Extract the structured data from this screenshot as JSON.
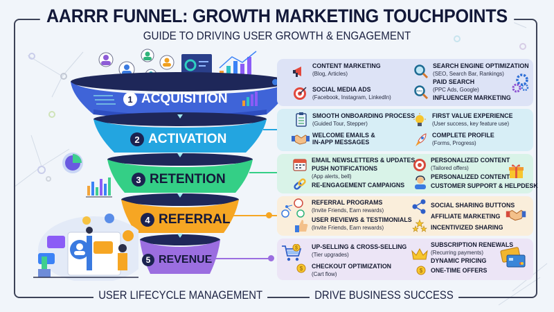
{
  "header": {
    "title": "AARRR FUNNEL: GROWTH MARKETING TOUCHPOINTS",
    "subtitle": "GUIDE TO DRIVING USER GROWTH & ENGAGEMENT"
  },
  "footer": {
    "left": "USER LIFECYCLE MANAGEMENT",
    "right": "DRIVE BUSINESS SUCCESS"
  },
  "funnel": {
    "stages": [
      {
        "number": "1",
        "label": "ACQUISITION",
        "color": "#3f64d8"
      },
      {
        "number": "2",
        "label": "ACTIVATION",
        "color": "#23a5e0"
      },
      {
        "number": "3",
        "label": "RETENTION",
        "color": "#34cf86"
      },
      {
        "number": "4",
        "label": "REFERRAL",
        "color": "#f6a623"
      },
      {
        "number": "5",
        "label": "REVENUE",
        "color": "#9b6ee0"
      }
    ]
  },
  "panels": [
    {
      "stage": "acquisition",
      "color": "#dde3f6",
      "items": [
        {
          "title": "CONTENT MARKETING",
          "detail": "(Blog, Articles)",
          "icon": "megaphone-icon"
        },
        {
          "title": "SOCIAL MEDIA ADS",
          "detail": "(Facebook, Instagram, LinkedIn)",
          "icon": "target-icon"
        },
        {
          "title": "SEARCH ENGINE OPTIMIZATION",
          "detail": "(SEO, Search Bar, Rankings)",
          "icon": "magnifier-icon"
        },
        {
          "title": "PAID SEARCH",
          "detail": "(PPC Ads, Google)",
          "icon": "ppc-magnifier-icon"
        },
        {
          "title": "INFLUENCER MARKETING",
          "detail": "",
          "icon": "gears-icon"
        }
      ]
    },
    {
      "stage": "activation",
      "color": "#d7eef6",
      "items": [
        {
          "title": "SMOOTH ONBOARDING PROCESS",
          "detail": "(Guided Tour, Stepper)",
          "icon": "clipboard-checklist-icon"
        },
        {
          "title": "WELCOME EMAILS &",
          "detail": "IN-APP MESSAGES",
          "icon": "handshake-icon"
        },
        {
          "title": "FIRST VALUE EXPERIENCE",
          "detail": "(User success, key feature use)",
          "icon": "lightbulb-icon"
        },
        {
          "title": "COMPLETE PROFILE",
          "detail": "(Forms, Progress)",
          "icon": "rocket-icon"
        }
      ]
    },
    {
      "stage": "retention",
      "color": "#d9f3e8",
      "items": [
        {
          "title": "EMAIL NEWSLETTERS & UPDATES",
          "detail": "",
          "icon": "calendar-icon"
        },
        {
          "title": "PUSH NOTIFICATIONS",
          "detail": "(App alerts, bell)",
          "icon": ""
        },
        {
          "title": "RE-ENGAGEMENT CAMPAIGNS",
          "detail": "",
          "icon": "chain-link-icon"
        },
        {
          "title": "PERSONALIZED CONTENT",
          "detail": "(Tailored offers)",
          "icon": "target-icon"
        },
        {
          "title": "PERSONALIZED CONTENT",
          "detail": "",
          "icon": "support-agent-icon"
        },
        {
          "title": "CUSTOMER SUPPORT & HELPDESK",
          "detail": "",
          "icon": "gift-icon"
        }
      ]
    },
    {
      "stage": "referral",
      "color": "#faeedb",
      "items": [
        {
          "title": "REFERRAL PROGRAMS",
          "detail": "(Invite Friends, Earn rewards)",
          "icon": "user-network-icon"
        },
        {
          "title": "USER REVIEWS & TESTIMONIALS",
          "detail": "(Invite Friends, Earn rewards)",
          "icon": "thumbs-up-icon"
        },
        {
          "title": "SOCIAL SHARING BUTTONS",
          "detail": "",
          "icon": "share-icon"
        },
        {
          "title": "AFFILIATE MARKETING",
          "detail": "",
          "icon": "handshake-icon"
        },
        {
          "title": "INCENTIVIZED SHARING",
          "detail": "",
          "icon": "stars-icon"
        }
      ]
    },
    {
      "stage": "revenue",
      "color": "#ece5f6",
      "items": [
        {
          "title": "UP-SELLING & CROSS-SELLING",
          "detail": "(Tier upgrades)",
          "icon": "shopping-cart-icon"
        },
        {
          "title": "CHECKOUT OPTIMIZATION",
          "detail": "(Cart flow)",
          "icon": "coin-icon"
        },
        {
          "title": "SUBSCRIPTION RENEWALS",
          "detail": "(Recurring payments)",
          "icon": "crown-icon"
        },
        {
          "title": "DYNAMIC PRICING",
          "detail": "",
          "icon": "coin-icon"
        },
        {
          "title": "ONE-TIME OFFERS",
          "detail": "",
          "icon": "credit-cards-icon"
        }
      ]
    }
  ]
}
